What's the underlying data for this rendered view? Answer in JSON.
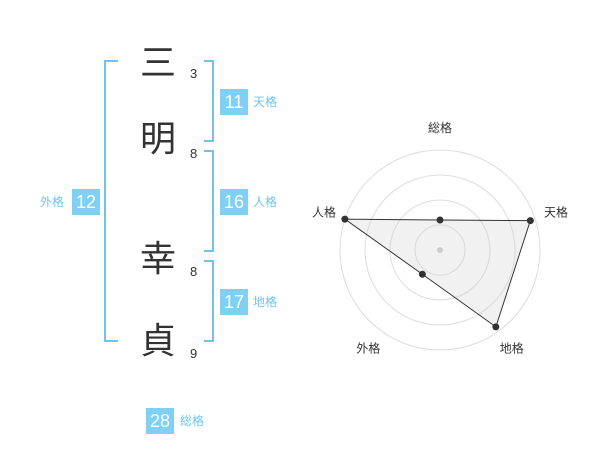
{
  "name": {
    "characters": [
      {
        "char": "三",
        "strokes": "3"
      },
      {
        "char": "明",
        "strokes": "8"
      },
      {
        "char": "幸",
        "strokes": "8"
      },
      {
        "char": "貞",
        "strokes": "9"
      }
    ]
  },
  "fortune": {
    "tenkaku": {
      "value": "11",
      "label": "天格"
    },
    "jinkaku": {
      "value": "16",
      "label": "人格"
    },
    "chikaku": {
      "value": "17",
      "label": "地格"
    },
    "gaikaku": {
      "value": "12",
      "label": "外格"
    },
    "soukaku": {
      "value": "28",
      "label": "総格"
    }
  },
  "colors": {
    "accent": "#7fd0f3",
    "bracket": "#6fc3ee",
    "text": "#333333"
  },
  "chart_data": {
    "type": "radar",
    "axes": [
      "総格",
      "天格",
      "地格",
      "外格",
      "人格"
    ],
    "values": [
      0.3,
      0.95,
      0.95,
      0.3,
      1.0
    ],
    "max": 1.0,
    "rings": 4
  }
}
